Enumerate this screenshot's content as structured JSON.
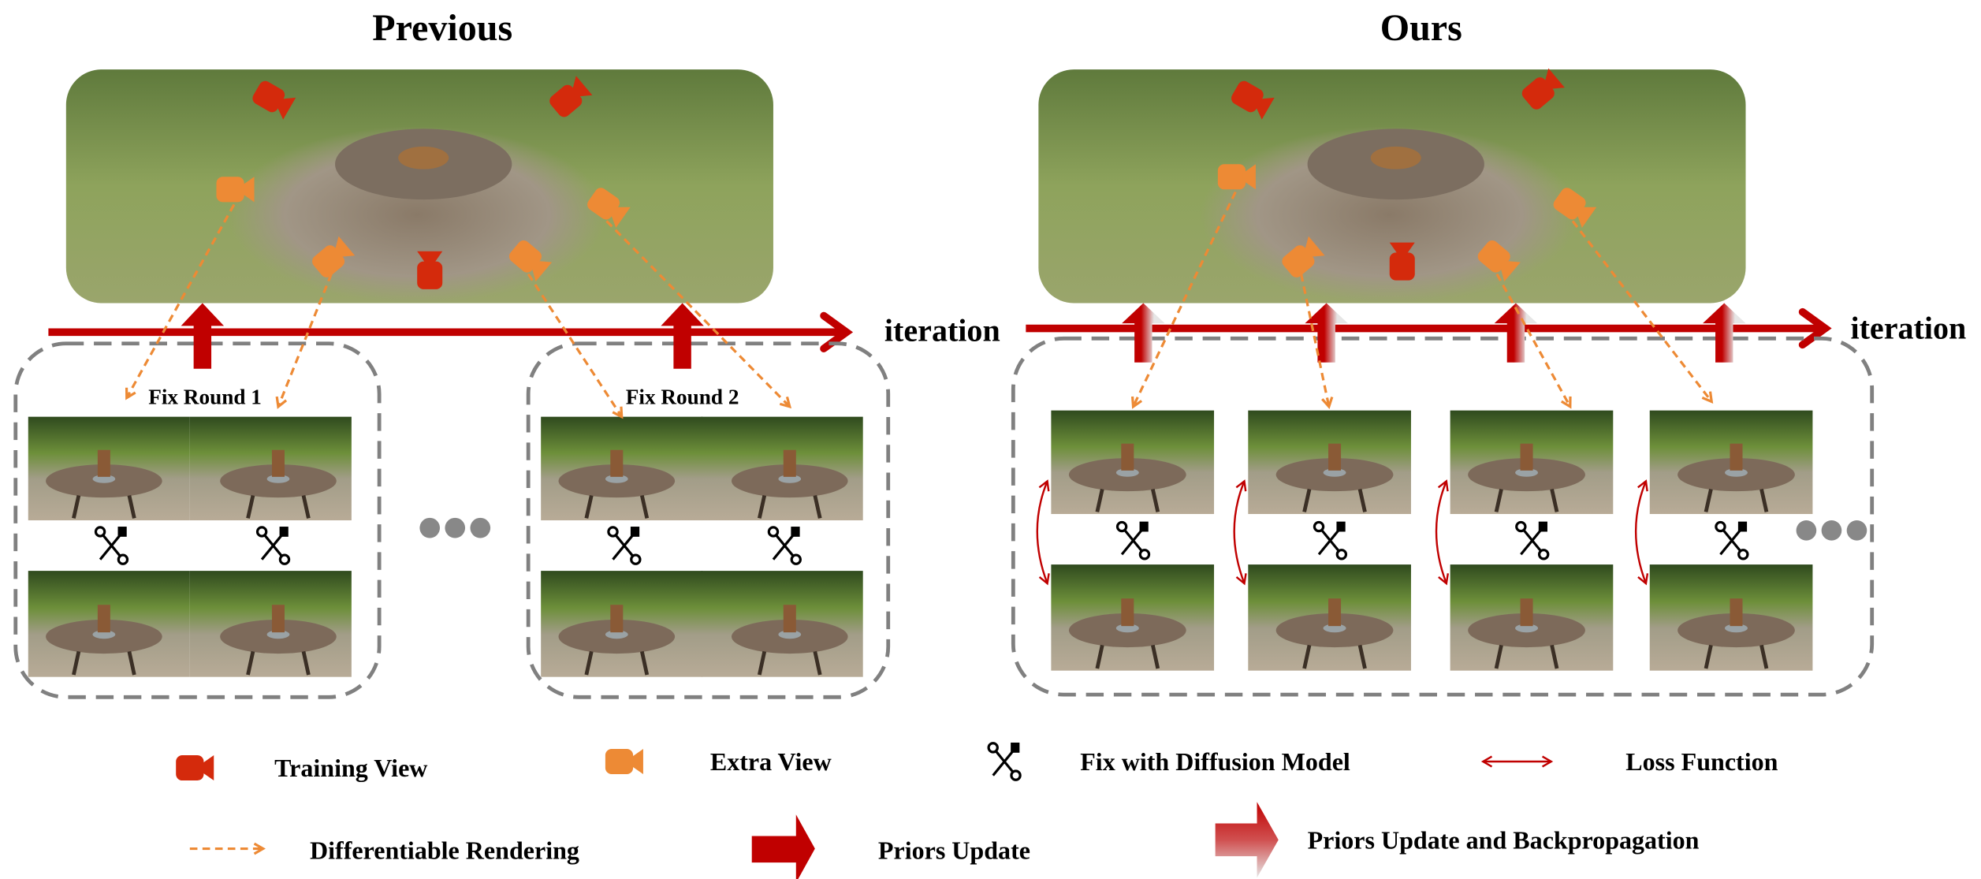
{
  "titles": {
    "previous": "Previous",
    "ours": "Ours"
  },
  "axis": {
    "iteration_label": "iteration"
  },
  "fix_rounds": [
    "Fix Round 1",
    "Fix Round 2"
  ],
  "legend": {
    "training_view": "Training View",
    "extra_view": "Extra View",
    "fix_diffusion": "Fix with Diffusion Model",
    "loss_function": "Loss Function",
    "differentiable_rendering": "Differentiable Rendering",
    "priors_update": "Priors Update",
    "priors_update_backprop": "Priors Update and Backpropagation"
  },
  "colors": {
    "training": "#d42a0c",
    "extra": "#ed8a35",
    "arrow": "#c00000",
    "dash": "#808080"
  }
}
